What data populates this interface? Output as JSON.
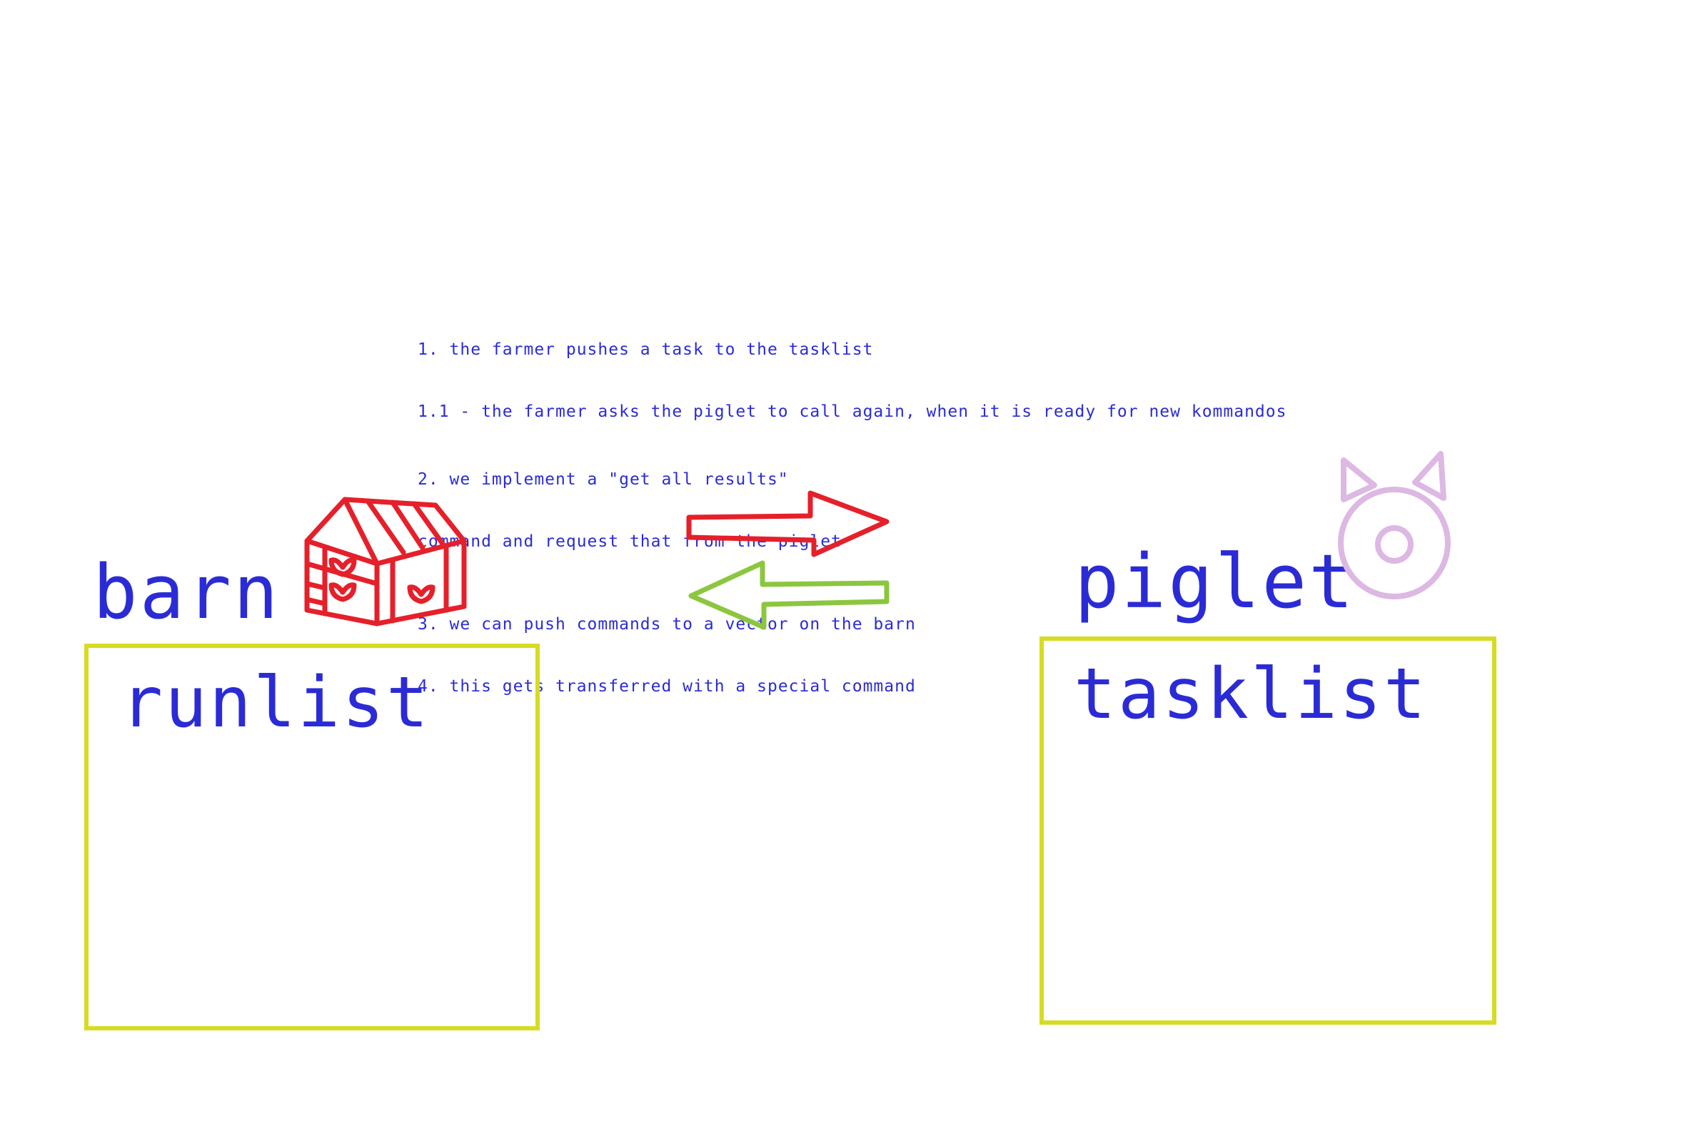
{
  "notes": [
    "1. the farmer pushes a task to the tasklist",
    "1.1 - the farmer asks the piglet to call again, when it is ready for new kommandos",
    "2. we implement a \"get all results\"",
    "command and request that from the piglet",
    "3. we can push commands to a vector on the barn",
    "4. this gets transferred with a special command"
  ],
  "barn": {
    "label": "barn",
    "box_label": "runlist",
    "icon": "barn-icon"
  },
  "piglet": {
    "label": "piglet",
    "box_label": "tasklist",
    "icon": "pig-face-icon"
  },
  "arrows": {
    "to_piglet": {
      "icon": "arrow-right-icon",
      "color": "#e5202a"
    },
    "to_barn": {
      "icon": "arrow-left-icon",
      "color": "#8cc63f"
    }
  },
  "colors": {
    "text": "#2b2bd6",
    "box_border": "#d6dc22",
    "barn_icon": "#e5202a",
    "pig_icon": "#dcb8e3"
  }
}
